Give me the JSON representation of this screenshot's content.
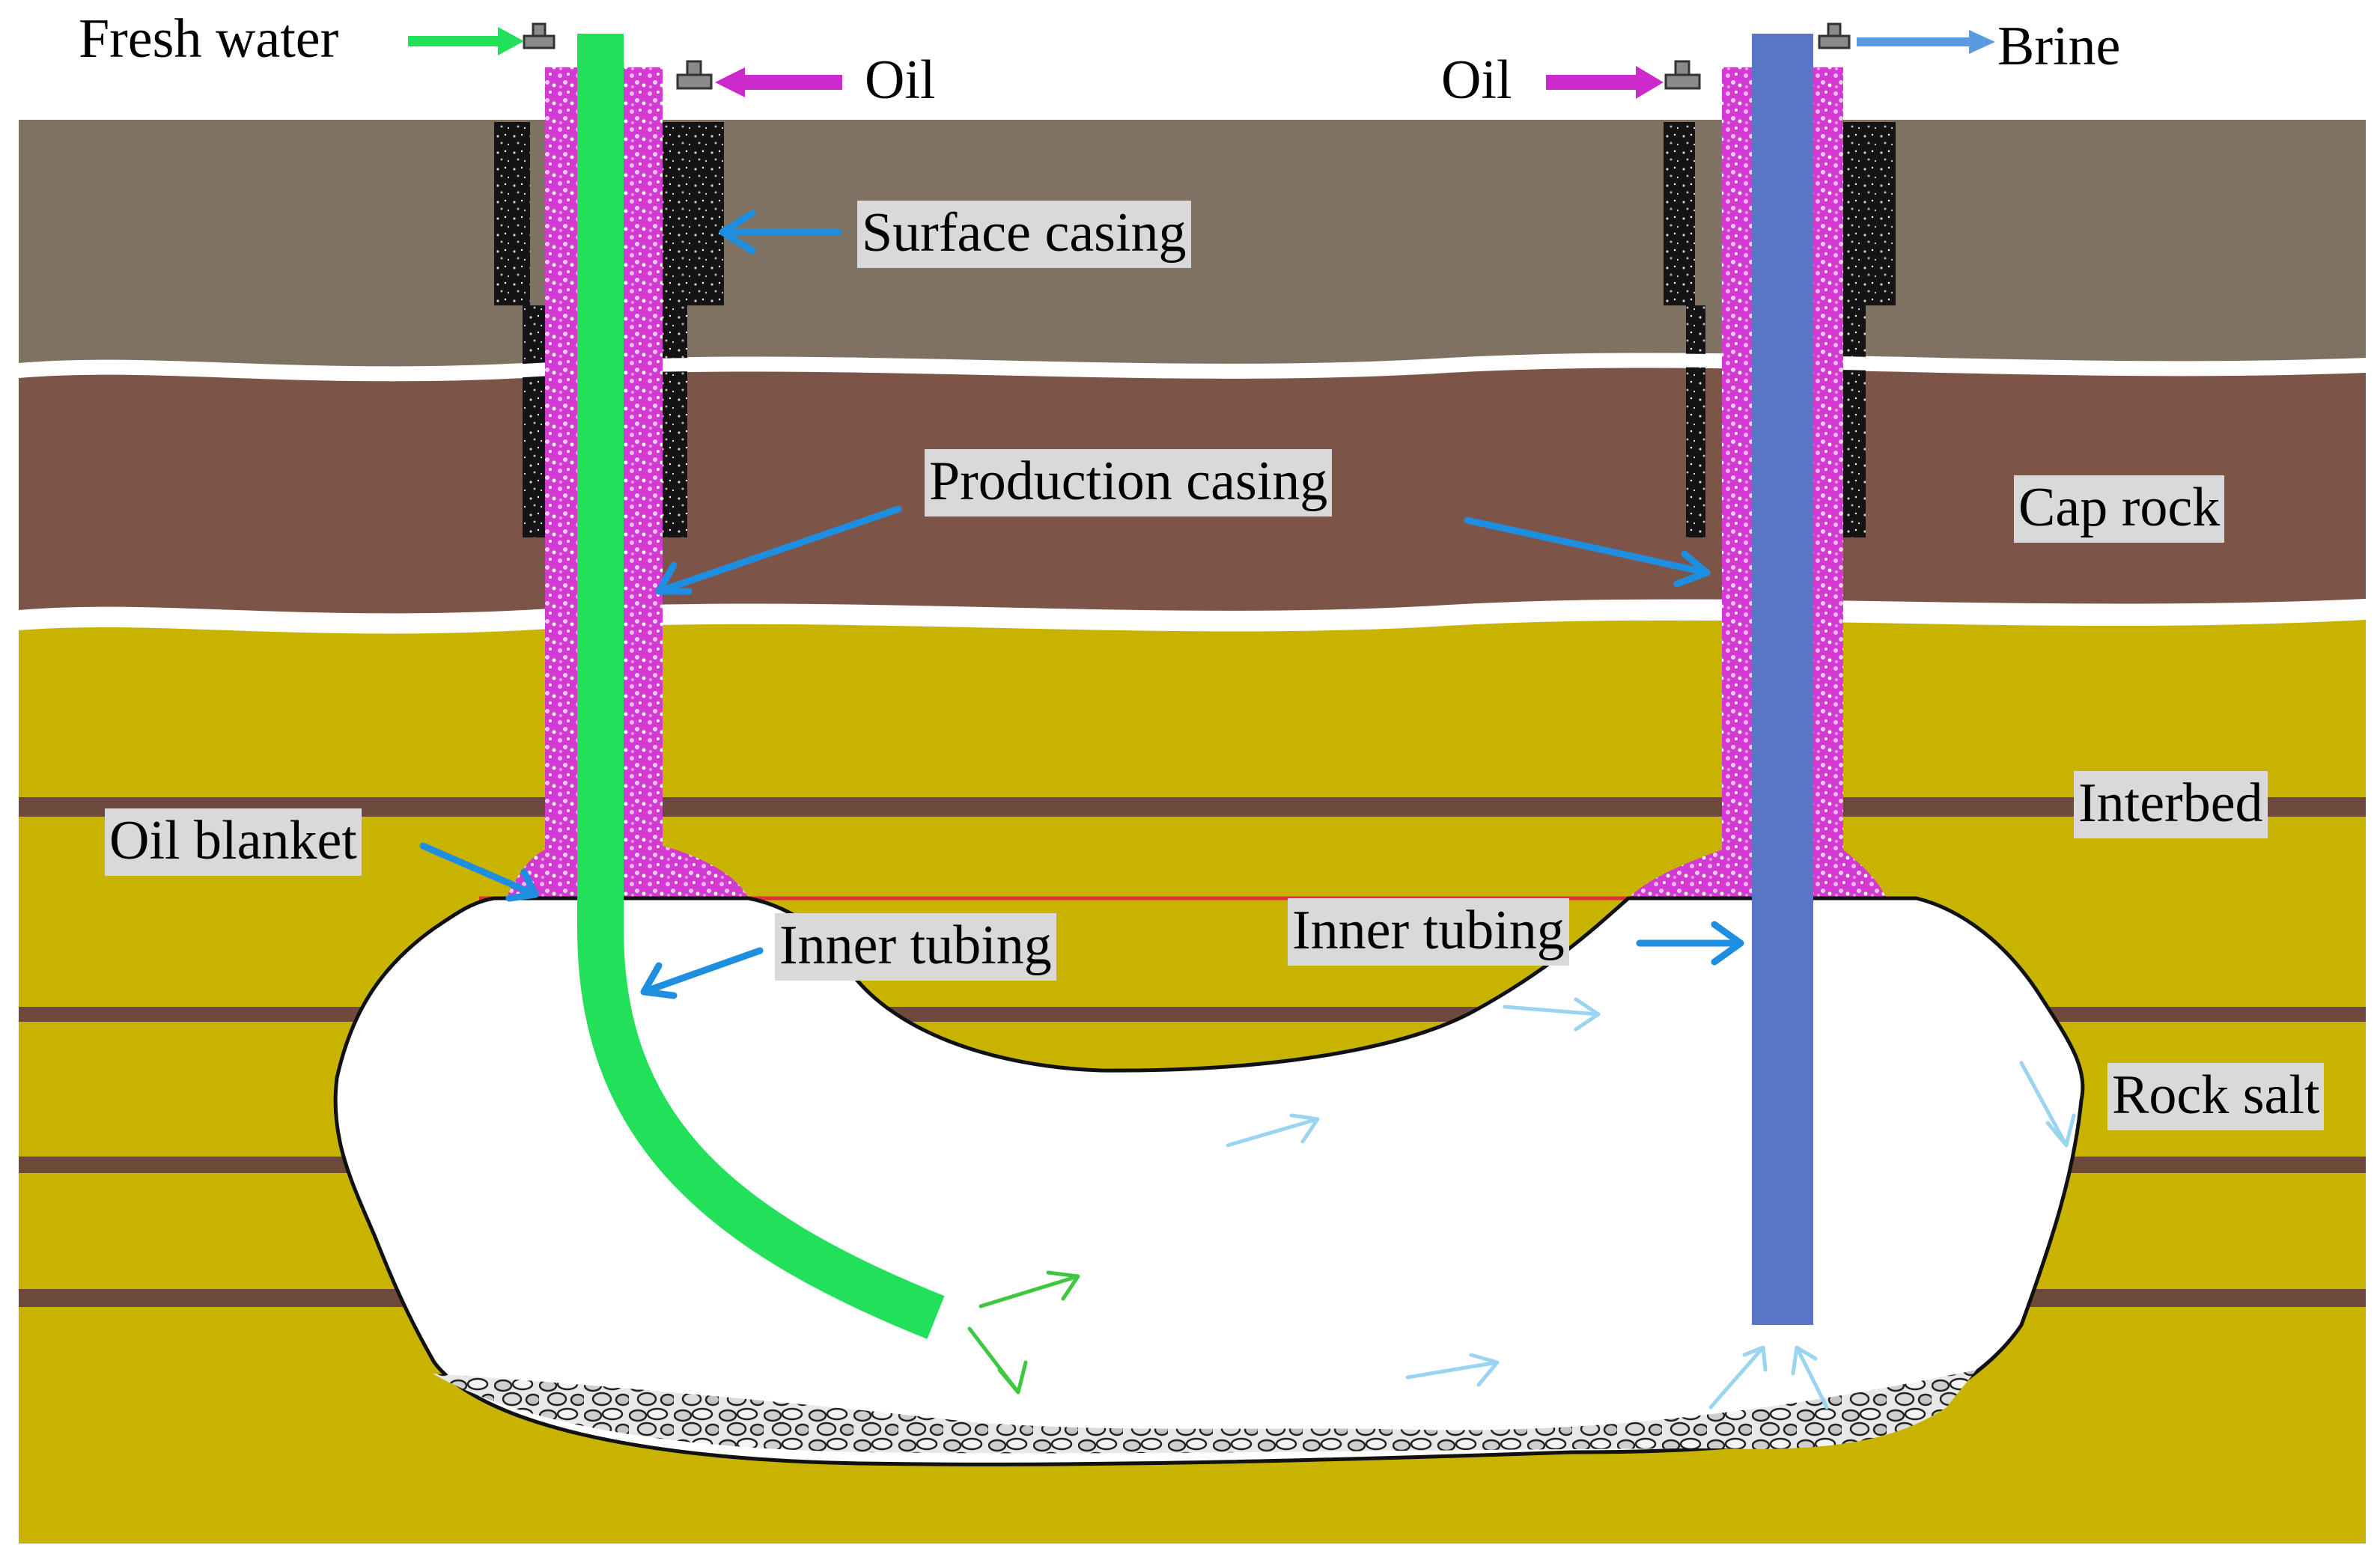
{
  "colors": {
    "top_layer": "#807263",
    "cap_rock_layer": "#7d5548",
    "salt_layer": "#c8b400",
    "interbed": "#6e4a3b",
    "cavern": "#ffffff",
    "fresh_water_tubing": "#22e05a",
    "brine_tubing": "#5a74c6",
    "oil_casing": "#d23ad2",
    "oil_arrow": "#cc2acc",
    "label_arrow": "#1e8ee0",
    "flow_arrow": "#9ad4f0",
    "cement": "#111111",
    "sediment": "#d8d8d8"
  },
  "labels": {
    "fresh_water": "Fresh water",
    "oil_left": "Oil",
    "oil_right": "Oil",
    "brine": "Brine",
    "surface_casing": "Surface casing",
    "production_casing": "Production casing",
    "cap_rock": "Cap rock",
    "interbed": "Interbed",
    "oil_blanket": "Oil blanket",
    "inner_tubing_left": "Inner tubing",
    "inner_tubing_right": "Inner tubing",
    "rock_salt": "Rock salt"
  },
  "icons": [
    "valve-icon"
  ]
}
